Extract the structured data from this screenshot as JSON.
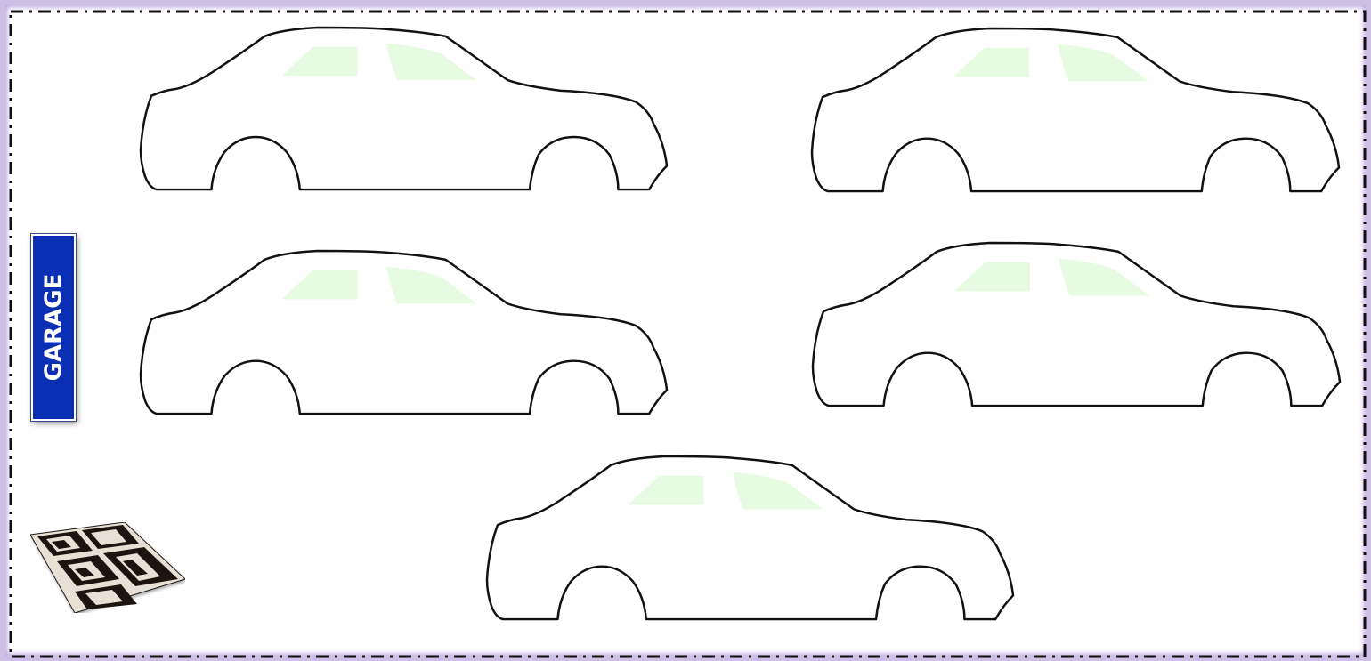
{
  "sign": {
    "label": "GARAGE"
  },
  "parking_spots": [
    {
      "id": "spot-1",
      "icon": "car-outline-icon"
    },
    {
      "id": "spot-2",
      "icon": "car-outline-icon"
    },
    {
      "id": "spot-3",
      "icon": "car-outline-icon"
    },
    {
      "id": "spot-4",
      "icon": "car-outline-icon"
    },
    {
      "id": "spot-5",
      "icon": "car-outline-icon"
    }
  ],
  "decor": {
    "rug_icon": "rug-icon"
  },
  "colors": {
    "border_accent": "#cdbfe6",
    "sign_background": "#0a2fb5",
    "window_tint": "#e6fbe2",
    "car_outline": "#111111"
  }
}
